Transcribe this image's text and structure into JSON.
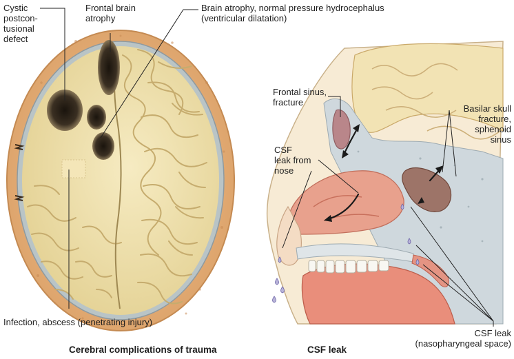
{
  "left_panel": {
    "labels": {
      "cystic_defect": "Cystic\npostcon-\ntusional\ndefect",
      "frontal_atrophy": "Frontal brain\natrophy",
      "brain_atrophy_nph": "Brain atrophy, normal pressure hydrocephalus\n(ventricular dilatation)",
      "infection_abscess": "Infection, abscess (penetrating injury)"
    },
    "caption": "Cerebral complications of trauma"
  },
  "right_panel": {
    "labels": {
      "frontal_sinus_fracture": "Frontal sinus,\nfracture",
      "csf_leak_nose": "CSF\nleak from\nnose",
      "basilar_skull_fracture": "Basilar skull\nfracture,\nsphenoid\nsinus",
      "csf_leak_nasopharyngeal": "CSF leak\n(nasopharyngeal space)"
    },
    "caption": "CSF leak"
  },
  "colors": {
    "skull_bone": "#e8b37a",
    "brain_tissue": "#f0e2ad",
    "lesion_dark": "#2a2218",
    "nasal_mucosa": "#e89a86",
    "sinus_bone": "#c9d3da",
    "leader_line": "#222222"
  }
}
